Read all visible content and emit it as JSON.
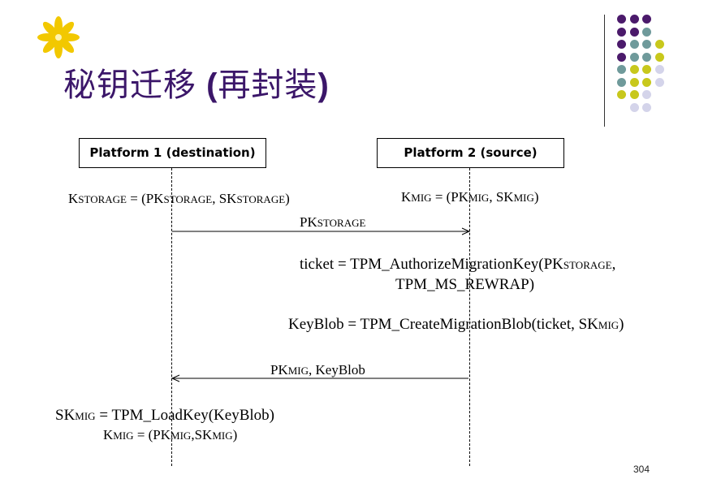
{
  "slide": {
    "title_main": "秘钥迁移",
    "title_paren_open": " (",
    "title_paren_inner": "再封装",
    "title_paren_close": ")",
    "page_number": "304"
  },
  "diagram": {
    "platform1": "Platform 1 (destination)",
    "platform2": "Platform 2 (source)",
    "eq_kstorage": {
      "k": "K",
      "k_sub": "STORAGE",
      "mid": " = (PK",
      "pk_sub": "STORAGE",
      "mid2": ", SK",
      "sk_sub": "STORAGE",
      "end": ")"
    },
    "eq_kmig": {
      "k": "K",
      "k_sub": "MIG",
      "mid": " = (PK",
      "pk_sub": "MIG",
      "mid2": ", SK",
      "sk_sub": "MIG",
      "end": ")"
    },
    "msg1": {
      "pk": "PK",
      "pk_sub": "STORAGE"
    },
    "ticket_line1": {
      "pre": "ticket = TPM_AuthorizeMigrationKey(PK",
      "sub": "STORAGE",
      "post": ","
    },
    "ticket_line2": "TPM_MS_REWRAP)",
    "keyblob": {
      "pre": "KeyBlob = TPM_CreateMigrationBlob(ticket, SK",
      "sub": "MIG",
      "post": ")"
    },
    "msg2": {
      "pre": "PK",
      "sub": "MIG",
      "post": ", KeyBlob"
    },
    "loadkey": {
      "pre": "SK",
      "sub": "MIG",
      "post": " = TPM_LoadKey(KeyBlob)"
    },
    "kmig2": {
      "k": "K",
      "k_sub": "MIG",
      "mid": " = (PK",
      "pk_sub": "MIG",
      "mid2": ",SK",
      "sk_sub": "MIG",
      "end": ")"
    }
  },
  "colors": {
    "title": "#3b1669",
    "dark_purple": "#4b1a6b",
    "teal": "#6f9a9b",
    "olive": "#c8c81c",
    "lavender": "#d4d4ea",
    "flower": "#f2c800"
  }
}
